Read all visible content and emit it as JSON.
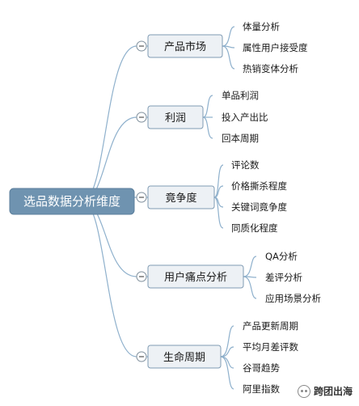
{
  "root": {
    "label": "选品数据分析维度"
  },
  "branches": [
    {
      "label": "产品市场",
      "leaves": [
        "体量分析",
        "属性用户接受度",
        "热销变体分析"
      ]
    },
    {
      "label": "利润",
      "leaves": [
        "单品利润",
        "投入产出比",
        "回本周期"
      ]
    },
    {
      "label": "竟争度",
      "leaves": [
        "评论数",
        "价格撕杀程度",
        "关键词竟争度",
        "同质化程度"
      ]
    },
    {
      "label": "用户痛点分析",
      "leaves": [
        "QA分析",
        "差评分析",
        "应用场景分析"
      ]
    },
    {
      "label": "生命周期",
      "leaves": [
        "产品更新周期",
        "平均月差评数",
        "谷哥趋势",
        "阿里指数"
      ]
    }
  ],
  "watermark": {
    "text": "跨团出海",
    "icon": "wechat-icon"
  },
  "colors": {
    "root_fill": "#6f93b0",
    "branch_fill": "#edf1f5",
    "line": "#8eb0cc"
  }
}
